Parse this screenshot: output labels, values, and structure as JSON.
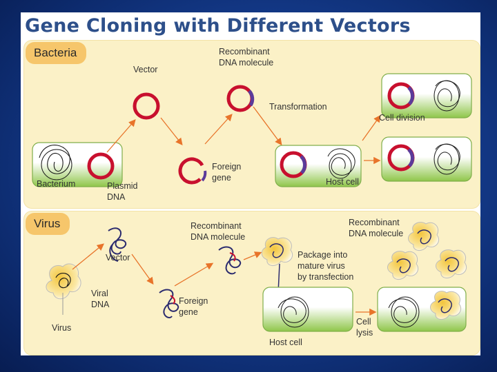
{
  "slide": {
    "title": "Gene Cloning with Different Vectors"
  },
  "bacteria_panel": {
    "badge": "Bacteria",
    "labels": {
      "vector": "Vector",
      "recombinant": "Recombinant\nDNA molecule",
      "transformation": "Transformation",
      "cell_division": "Cell division",
      "foreign_gene": "Foreign\ngene",
      "bacterium": "Bacterium",
      "plasmid": "Plasmid\nDNA",
      "host_cell": "Host cell"
    }
  },
  "virus_panel": {
    "badge": "Virus",
    "labels": {
      "recombinant_left": "Recombinant\nDNA molecule",
      "recombinant_right": "Recombinant\nDNA molecule",
      "vector": "Vector",
      "package": "Package into\nmature virus\nby transfection",
      "viral_dna": "Viral\nDNA",
      "foreign_gene": "Foreign\ngene",
      "cell_lysis": "Cell\nlysis",
      "virus": "Virus",
      "host_cell": "Host cell"
    }
  },
  "colors": {
    "plasmid_red": "#c8102e",
    "foreign_purple": "#5b3b9a",
    "arrow_orange": "#e8742a",
    "cell_green": "#8fc64a",
    "panel_cream": "#fbf1c7",
    "badge_orange": "#f6c66b",
    "title_blue": "#2d4f8a"
  }
}
